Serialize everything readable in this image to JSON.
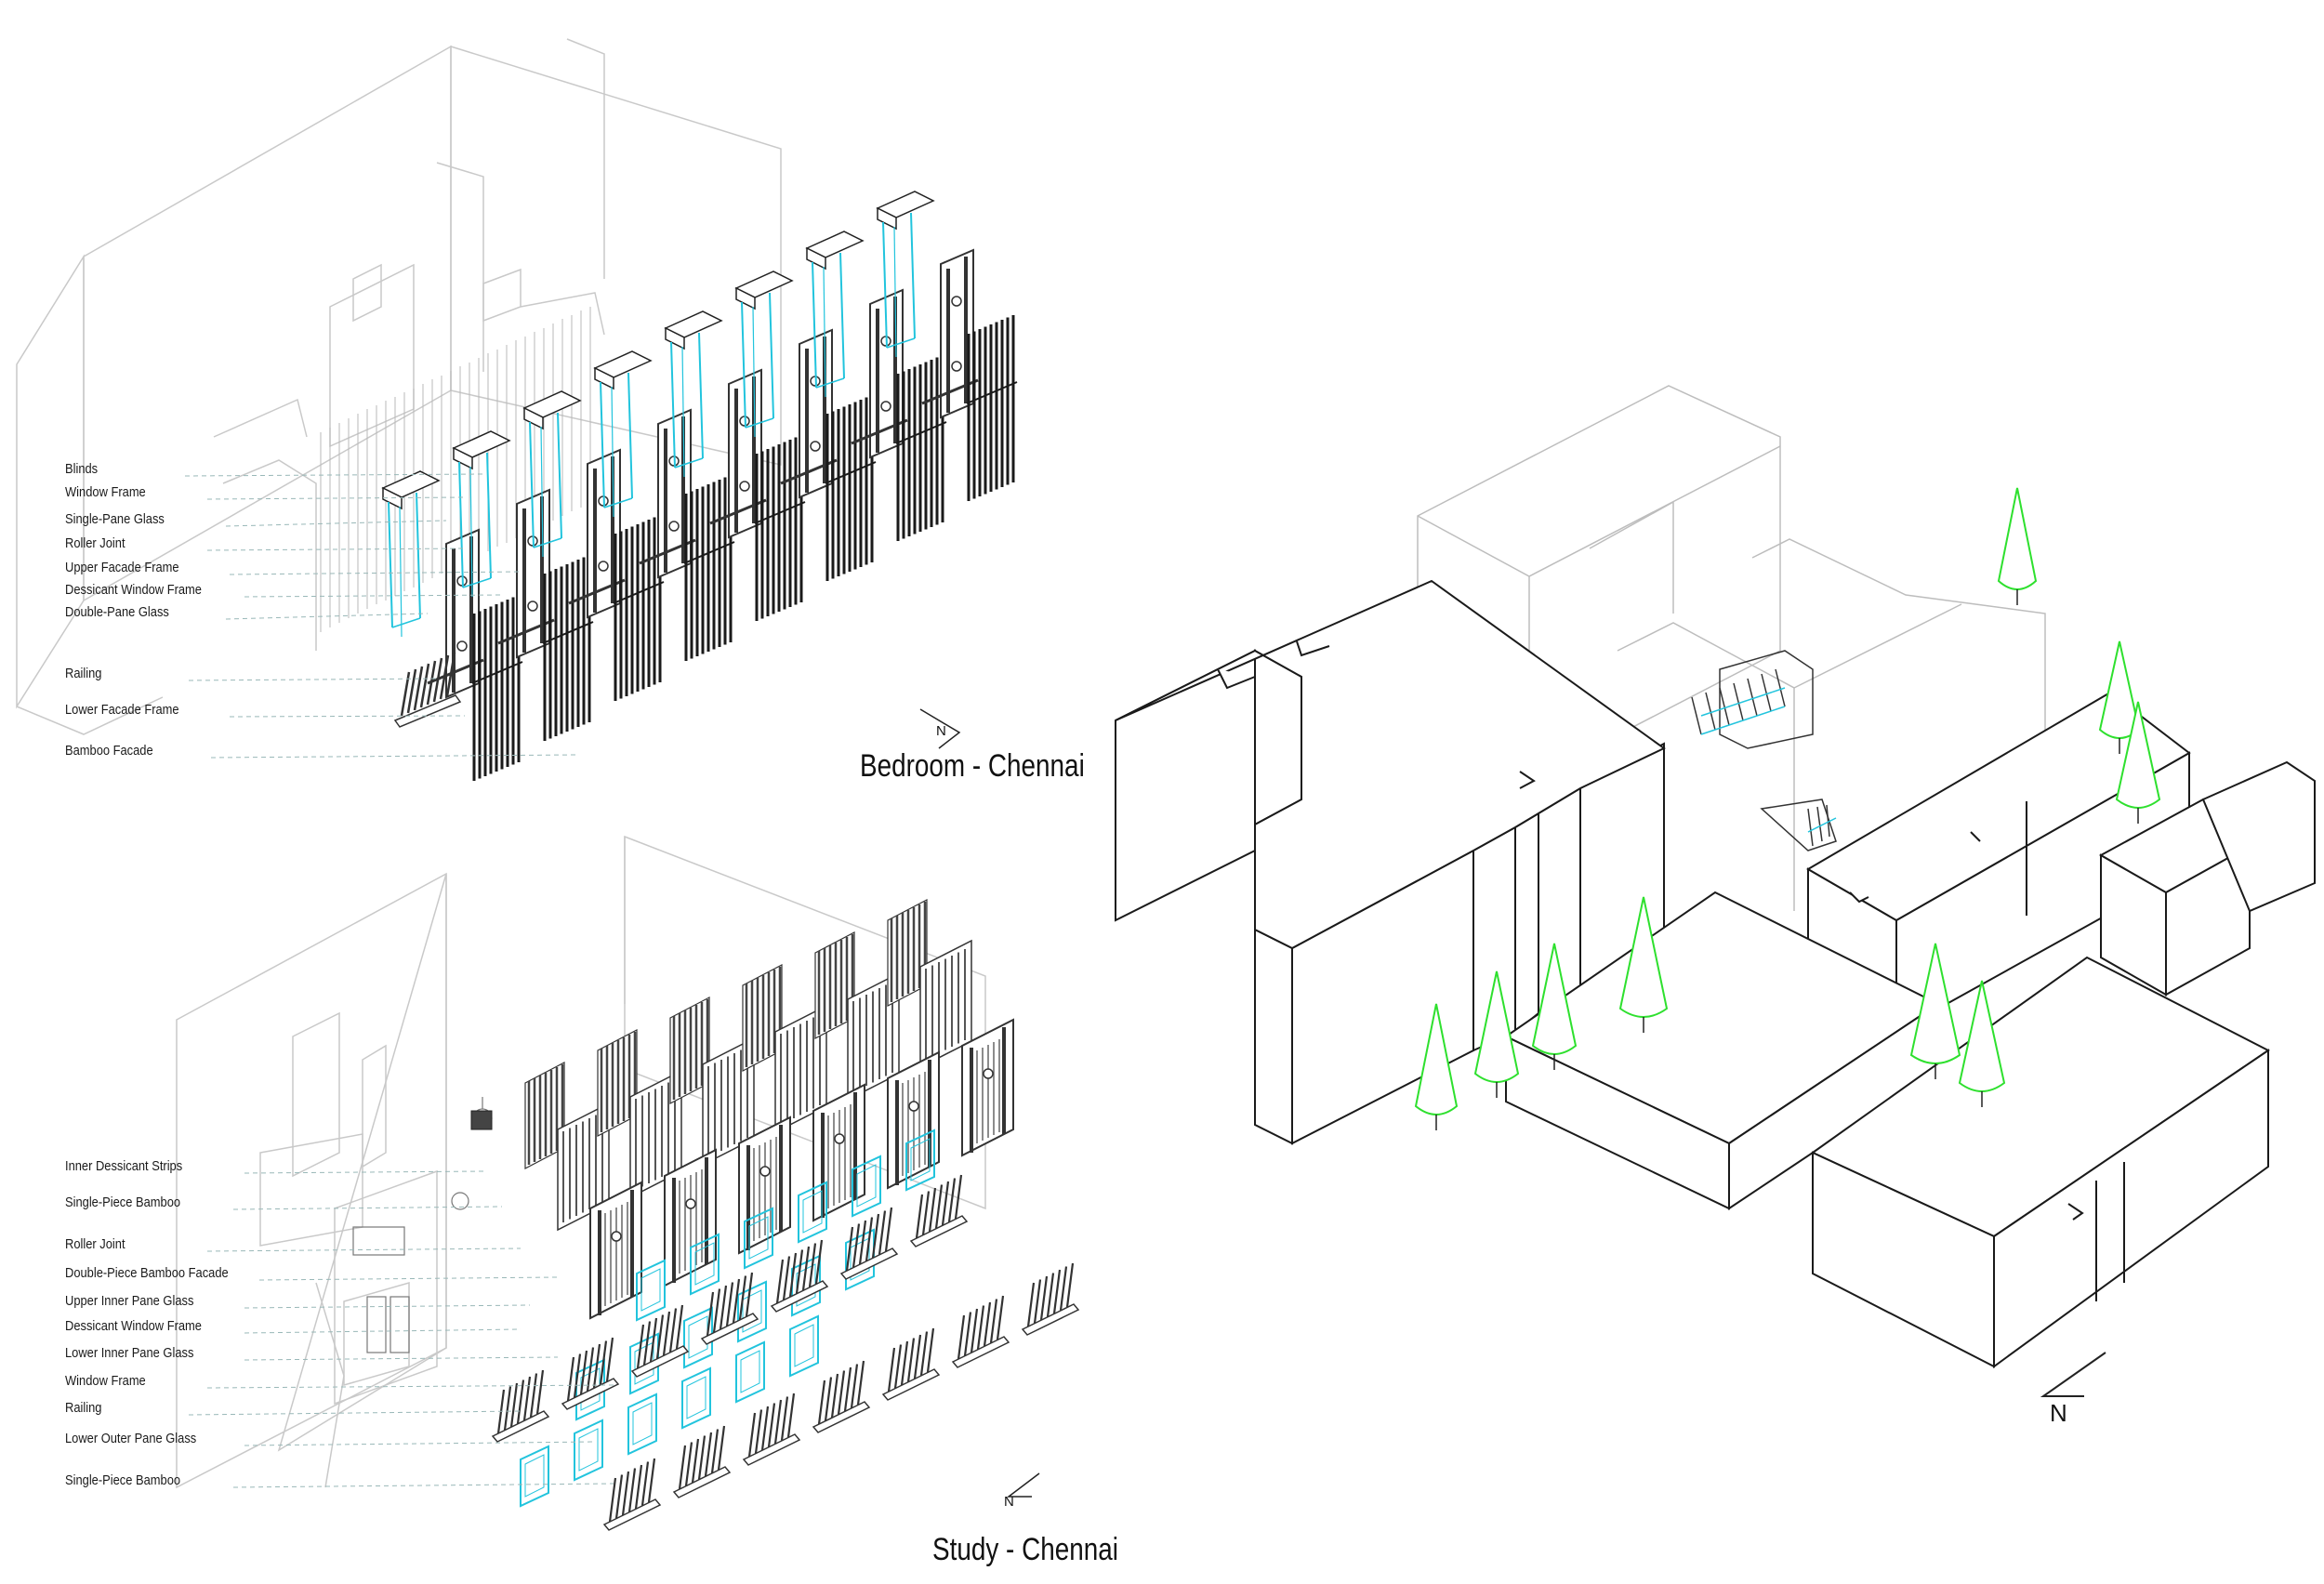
{
  "bedroom": {
    "title": "Bedroom - Chennai",
    "north": "N",
    "labels": [
      "Blinds",
      "Window Frame",
      "Single-Pane Glass",
      "Roller Joint",
      "Upper Facade Frame",
      "Dessicant Window Frame",
      "Double-Pane Glass",
      "Railing",
      "Lower Facade Frame",
      "Bamboo Facade"
    ]
  },
  "study": {
    "title": "Study - Chennai",
    "north": "N",
    "labels": [
      "Inner Dessicant Strips",
      "Single-Piece Bamboo",
      "Roller Joint",
      "Double-Piece Bamboo Facade",
      "Upper Inner Pane Glass",
      "Dessicant Window Frame",
      "Lower Inner Pane Glass",
      "Window Frame",
      "Railing",
      "Lower Outer Pane Glass",
      "Single-Piece Bamboo"
    ]
  },
  "site": {
    "north": "N"
  },
  "colors": {
    "glass": "#22c4dd",
    "tree": "#2ee02e",
    "line": "#222222",
    "faint": "#c8c8c8"
  }
}
